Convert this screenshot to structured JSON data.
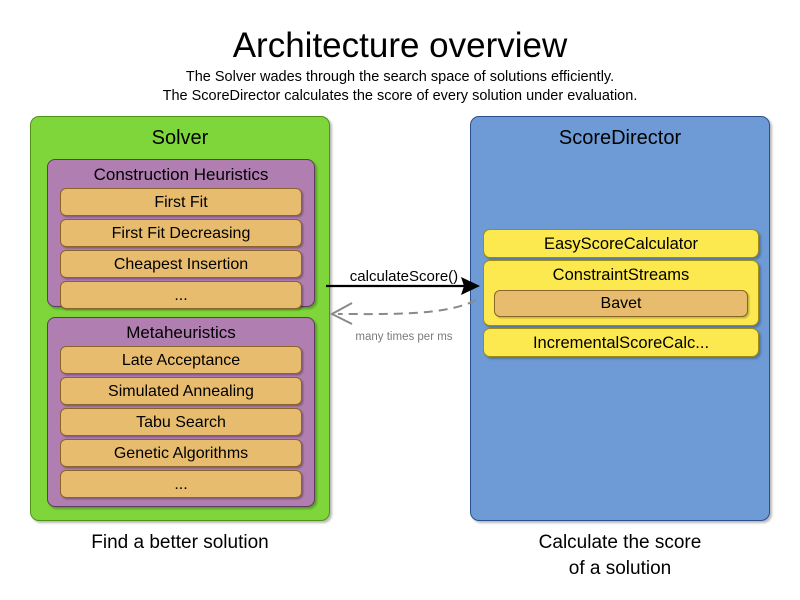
{
  "header": {
    "title": "Architecture overview",
    "subtitle_line1": "The Solver wades through the search space of solutions efficiently.",
    "subtitle_line2": "The ScoreDirector calculates the score of every solution under evaluation."
  },
  "solver": {
    "title": "Solver",
    "caption": "Find a better solution",
    "groups": [
      {
        "label": "Construction Heuristics",
        "items": [
          "First Fit",
          "First Fit Decreasing",
          "Cheapest Insertion",
          "..."
        ]
      },
      {
        "label": "Metaheuristics",
        "items": [
          "Late Acceptance",
          "Simulated Annealing",
          "Tabu Search",
          "Genetic Algorithms",
          "..."
        ]
      }
    ]
  },
  "score_director": {
    "title": "ScoreDirector",
    "caption_line1": "Calculate the score",
    "caption_line2": "of a solution",
    "calculators": [
      {
        "label": "EasyScoreCalculator",
        "nested": []
      },
      {
        "label": "ConstraintStreams",
        "nested": [
          "Bavet"
        ]
      },
      {
        "label": "IncrementalScoreCalc...",
        "nested": []
      }
    ]
  },
  "connector": {
    "request_label": "calculateScore()",
    "response_label": "many times per ms"
  },
  "colors": {
    "solver_panel": "#7ED63A",
    "solver_panel_border": "#4E9416",
    "score_director_panel": "#6E9BD6",
    "score_director_panel_border": "#2C4E8E",
    "group_box": "#B07EB0",
    "group_box_border": "#5C3B5C",
    "leaf_item": "#E8BC6E",
    "leaf_item_border": "#8A6428",
    "calculator_box": "#FCE94F",
    "calculator_box_border": "#A08C10",
    "arrow_request": "#000000",
    "arrow_response": "#8A8A8A",
    "text": "#000000",
    "background": "#FFFFFF"
  }
}
